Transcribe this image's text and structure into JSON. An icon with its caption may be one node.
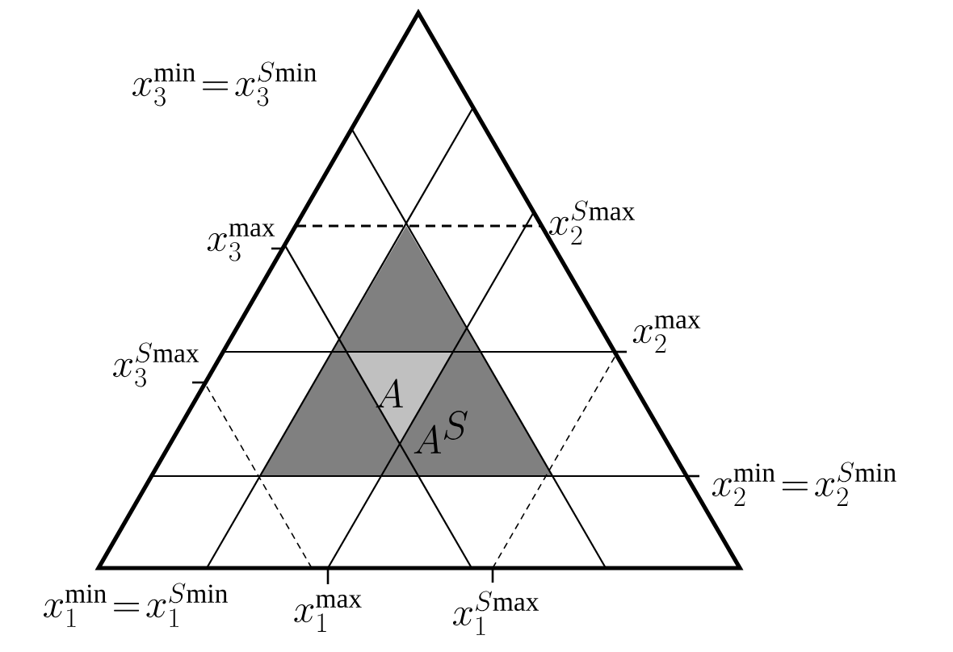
{
  "diagram": {
    "labels": [
      "x_3^{\\mathrm{min}}\\!=\\!x_3^{S\\mathrm{min}}",
      "x_3^{\\mathrm{max}}",
      "x_2^{S\\mathrm{max}}",
      "x_3^{S\\mathrm{max}}",
      "x_2^{\\mathrm{max}}",
      "A",
      "A^{S}",
      "x_2^{\\mathrm{min}}\\!=\\!x_2^{S\\mathrm{min}}",
      "x_1^{\\mathrm{min}}\\!=\\!x_1^{S\\mathrm{min}}",
      "x_1^{\\mathrm{max}}",
      "x_1^{S\\mathrm{max}}"
    ]
  }
}
